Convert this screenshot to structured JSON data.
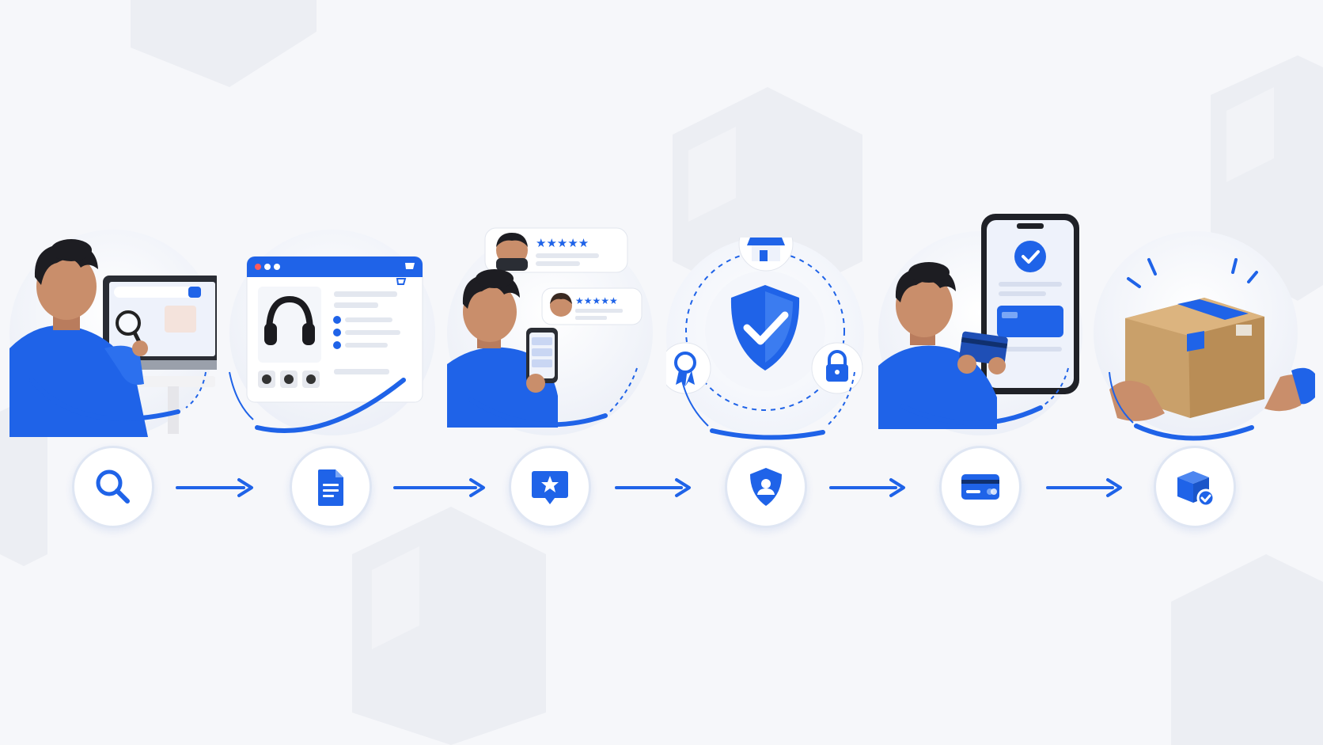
{
  "steps": [
    {
      "key": "search",
      "icon": "search-icon"
    },
    {
      "key": "details",
      "icon": "document-icon"
    },
    {
      "key": "reviews",
      "icon": "review-star-icon"
    },
    {
      "key": "trust",
      "icon": "shield-user-icon"
    },
    {
      "key": "payment",
      "icon": "credit-card-icon"
    },
    {
      "key": "delivery",
      "icon": "package-check-icon"
    }
  ],
  "colors": {
    "accent": "#1f63e8",
    "accent_light": "#4d86f0",
    "skin": "#c98e6b",
    "hair": "#1d1d22",
    "box": "#c9a06a",
    "background": "#f6f7fa"
  }
}
